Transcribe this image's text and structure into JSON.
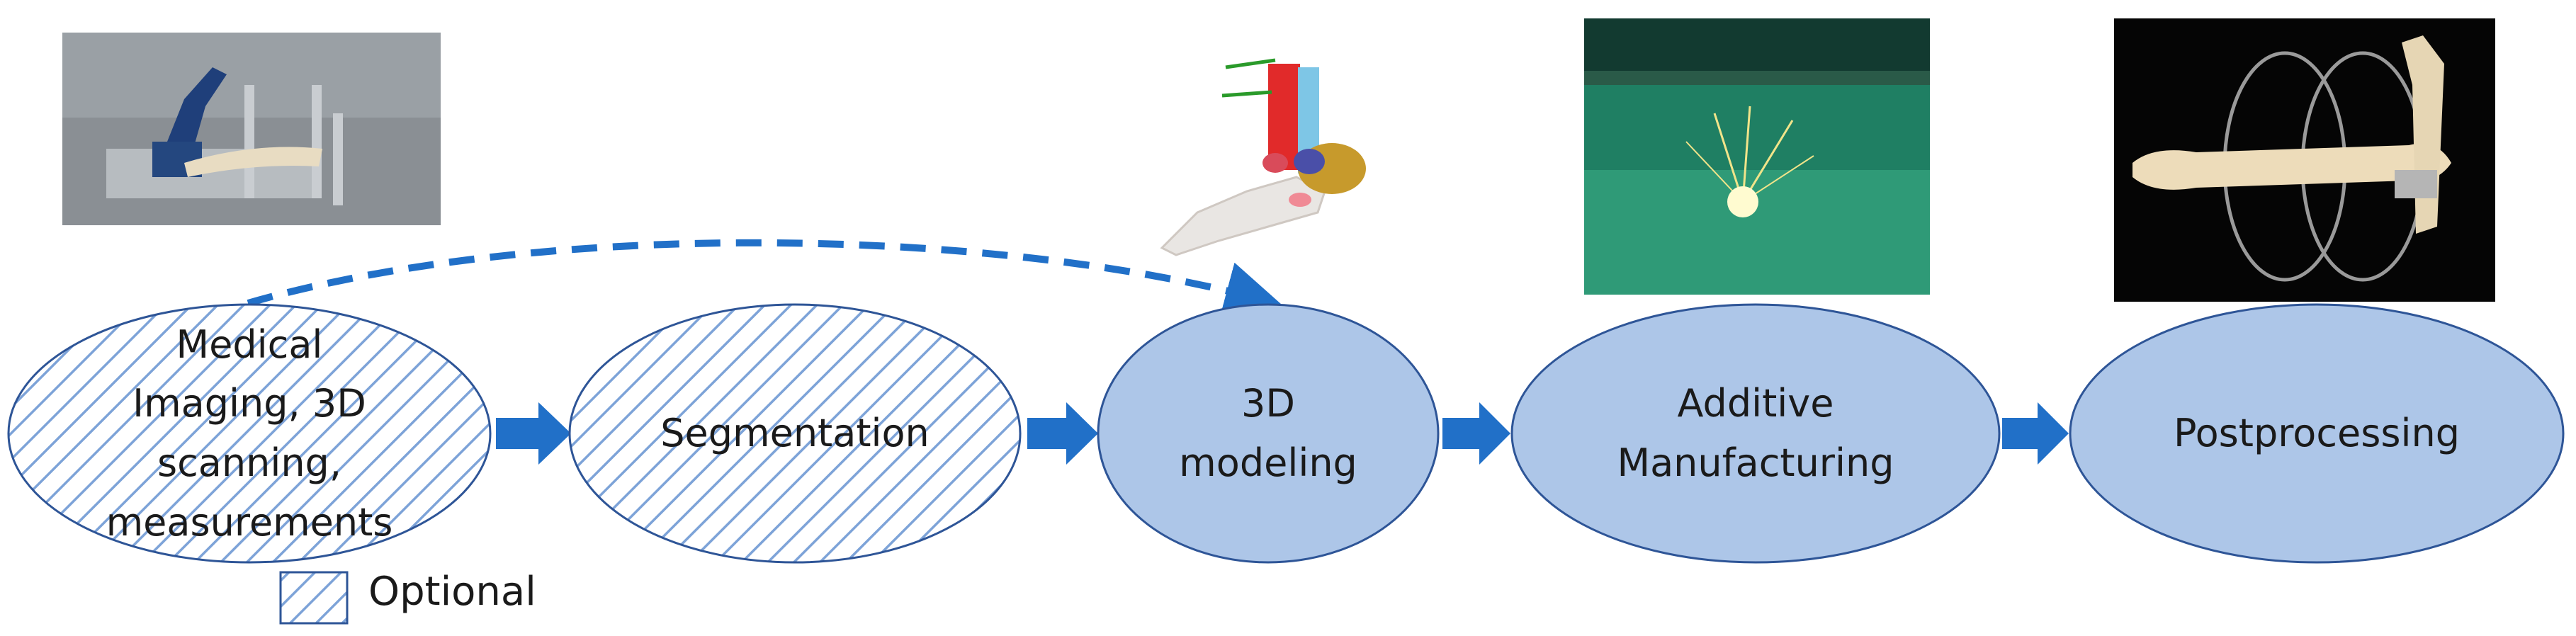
{
  "diagram": {
    "nodes": [
      {
        "id": "imaging",
        "label": "Medical\nImaging, 3D\nscanning,\nmeasurements",
        "optional": true
      },
      {
        "id": "segmentation",
        "label": "Segmentation",
        "optional": true
      },
      {
        "id": "modeling",
        "label": "3D\nmodeling",
        "optional": false
      },
      {
        "id": "am",
        "label": "Additive\nManufacturing",
        "optional": false
      },
      {
        "id": "post",
        "label": "Postprocessing",
        "optional": false
      }
    ],
    "edges": [
      {
        "from": "imaging",
        "to": "segmentation",
        "style": "solid"
      },
      {
        "from": "segmentation",
        "to": "modeling",
        "style": "solid"
      },
      {
        "from": "modeling",
        "to": "am",
        "style": "solid"
      },
      {
        "from": "am",
        "to": "post",
        "style": "solid"
      },
      {
        "from": "imaging",
        "to": "modeling",
        "style": "dashed"
      }
    ],
    "legend": {
      "label": "Optional"
    },
    "photos": [
      {
        "name": "robot-scanning-photo"
      },
      {
        "name": "foot-bone-model-render"
      },
      {
        "name": "laser-melting-photo"
      },
      {
        "name": "bone-fixator-photo"
      }
    ],
    "colors": {
      "fill": "#adc6e8",
      "stroke": "#2e5597",
      "hatch": "#7da3d8",
      "arrow": "#2170c8"
    }
  }
}
